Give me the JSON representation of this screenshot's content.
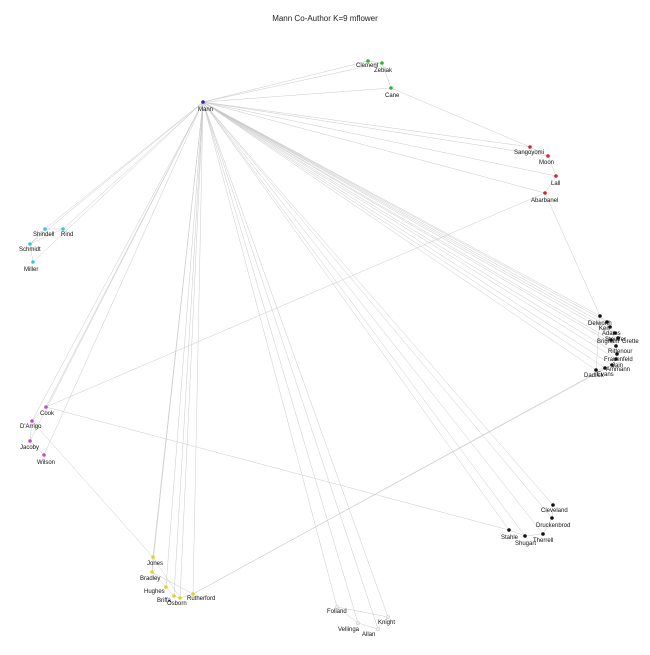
{
  "title": "Mann Co-Author K=9 mflower",
  "colors": {
    "edge": "#c9c9c9",
    "hub": "#2a2aa8",
    "green": "#2fb52f",
    "red": "#cf2a2a",
    "cyan": "#39c8d6",
    "magenta": "#c74ac7",
    "yellow": "#e0d12c",
    "white": "#eeeeee",
    "black": "#111111"
  },
  "nodes": [
    {
      "id": "Mann",
      "label": "Mann",
      "group": "hub"
    },
    {
      "id": "Clement",
      "label": "Clement",
      "group": "green"
    },
    {
      "id": "Zebiak",
      "label": "Zebiak",
      "group": "green"
    },
    {
      "id": "Cane",
      "label": "Cane",
      "group": "green"
    },
    {
      "id": "Sangoyomi",
      "label": "Sangoyomi",
      "group": "red"
    },
    {
      "id": "Moon",
      "label": "Moon",
      "group": "red"
    },
    {
      "id": "Lall",
      "label": "Lall",
      "group": "red"
    },
    {
      "id": "Abarbanel",
      "label": "Abarbanel",
      "group": "red"
    },
    {
      "id": "Rind",
      "label": "Rind",
      "group": "cyan"
    },
    {
      "id": "Shindell",
      "label": "Shindell",
      "group": "cyan"
    },
    {
      "id": "Schmidt",
      "label": "Schmidt",
      "group": "cyan"
    },
    {
      "id": "Miller",
      "label": "Miller",
      "group": "cyan"
    },
    {
      "id": "Cook",
      "label": "Cook",
      "group": "magenta"
    },
    {
      "id": "D'Arrigo",
      "label": "D'Arrigo",
      "group": "magenta"
    },
    {
      "id": "Jacoby",
      "label": "Jacoby",
      "group": "magenta"
    },
    {
      "id": "Wilson",
      "label": "Wilson",
      "group": "magenta"
    },
    {
      "id": "Jones",
      "label": "Jones",
      "group": "yellow"
    },
    {
      "id": "Bradley",
      "label": "Bradley",
      "group": "yellow"
    },
    {
      "id": "Hughes",
      "label": "Hughes",
      "group": "yellow"
    },
    {
      "id": "Briffa",
      "label": "Briffa",
      "group": "yellow"
    },
    {
      "id": "Osborn",
      "label": "Osborn",
      "group": "yellow"
    },
    {
      "id": "Rutherford",
      "label": "Rutherford",
      "group": "yellow"
    },
    {
      "id": "Folland",
      "label": "Folland",
      "group": "white"
    },
    {
      "id": "Knight",
      "label": "Knight",
      "group": "white"
    },
    {
      "id": "Vellinga",
      "label": "Vellinga",
      "group": "white"
    },
    {
      "id": "Allan",
      "label": "Allan",
      "group": "white"
    },
    {
      "id": "Cleveland",
      "label": "Cleveland",
      "group": "black"
    },
    {
      "id": "Druckenbrod",
      "label": "Druckenbrod",
      "group": "black"
    },
    {
      "id": "Stahle",
      "label": "Stahle",
      "group": "black"
    },
    {
      "id": "Therrell",
      "label": "Therrell",
      "group": "black"
    },
    {
      "id": "Shugart",
      "label": "Shugart",
      "group": "black"
    },
    {
      "id": "Delworth",
      "label": "Delworth",
      "group": "black"
    },
    {
      "id": "Kerr",
      "label": "Kerr",
      "group": "black"
    },
    {
      "id": "Adams",
      "label": "Adams",
      "group": "black"
    },
    {
      "id": "Stouffer",
      "label": "Stouffer",
      "group": "black"
    },
    {
      "id": "Brigham",
      "label": "Brigham",
      "group": "black"
    },
    {
      "id": "Grette",
      "label": "Grette",
      "group": "black"
    },
    {
      "id": "Rittenour",
      "label": "Rittenour",
      "group": "black"
    },
    {
      "id": "Frauenfeld",
      "label": "Frauenfeld",
      "group": "black"
    },
    {
      "id": "Jain",
      "label": "Jain",
      "group": "black"
    },
    {
      "id": "Ammann",
      "label": "Ammann",
      "group": "black"
    },
    {
      "id": "Evans",
      "label": "Evans",
      "group": "black"
    },
    {
      "id": "Dadlick",
      "label": "Dadlick",
      "group": "black"
    }
  ],
  "edges": [
    [
      "Mann",
      "Clement"
    ],
    [
      "Mann",
      "Zebiak"
    ],
    [
      "Mann",
      "Cane"
    ],
    [
      "Mann",
      "Sangoyomi"
    ],
    [
      "Mann",
      "Moon"
    ],
    [
      "Mann",
      "Lall"
    ],
    [
      "Mann",
      "Abarbanel"
    ],
    [
      "Mann",
      "Rind"
    ],
    [
      "Mann",
      "Shindell"
    ],
    [
      "Mann",
      "Schmidt"
    ],
    [
      "Mann",
      "Miller"
    ],
    [
      "Mann",
      "Cook"
    ],
    [
      "Mann",
      "D'Arrigo"
    ],
    [
      "Mann",
      "Jacoby"
    ],
    [
      "Mann",
      "Wilson"
    ],
    [
      "Mann",
      "Jones"
    ],
    [
      "Mann",
      "Bradley"
    ],
    [
      "Mann",
      "Hughes"
    ],
    [
      "Mann",
      "Briffa"
    ],
    [
      "Mann",
      "Osborn"
    ],
    [
      "Mann",
      "Rutherford"
    ],
    [
      "Mann",
      "Folland"
    ],
    [
      "Mann",
      "Knight"
    ],
    [
      "Mann",
      "Vellinga"
    ],
    [
      "Mann",
      "Allan"
    ],
    [
      "Mann",
      "Cleveland"
    ],
    [
      "Mann",
      "Druckenbrod"
    ],
    [
      "Mann",
      "Stahle"
    ],
    [
      "Mann",
      "Therrell"
    ],
    [
      "Mann",
      "Shugart"
    ],
    [
      "Mann",
      "Delworth"
    ],
    [
      "Mann",
      "Kerr"
    ],
    [
      "Mann",
      "Adams"
    ],
    [
      "Mann",
      "Stouffer"
    ],
    [
      "Mann",
      "Brigham"
    ],
    [
      "Mann",
      "Grette"
    ],
    [
      "Mann",
      "Rittenour"
    ],
    [
      "Mann",
      "Frauenfeld"
    ],
    [
      "Mann",
      "Jain"
    ],
    [
      "Mann",
      "Ammann"
    ],
    [
      "Mann",
      "Evans"
    ],
    [
      "Mann",
      "Dadlick"
    ],
    [
      "Clement",
      "Zebiak"
    ],
    [
      "Zebiak",
      "Cane"
    ],
    [
      "Cane",
      "Sangoyomi"
    ],
    [
      "Sangoyomi",
      "Moon"
    ],
    [
      "Moon",
      "Lall"
    ],
    [
      "Lall",
      "Abarbanel"
    ],
    [
      "Abarbanel",
      "Cook"
    ],
    [
      "Abarbanel",
      "Delworth"
    ],
    [
      "Rind",
      "Shindell"
    ],
    [
      "Shindell",
      "Schmidt"
    ],
    [
      "Schmidt",
      "Miller"
    ],
    [
      "Rind",
      "Schmidt"
    ],
    [
      "Cook",
      "D'Arrigo"
    ],
    [
      "D'Arrigo",
      "Jacoby"
    ],
    [
      "Jacoby",
      "Wilson"
    ],
    [
      "Cook",
      "Stahle"
    ],
    [
      "D'Arrigo",
      "Jones"
    ],
    [
      "Jones",
      "Bradley"
    ],
    [
      "Bradley",
      "Hughes"
    ],
    [
      "Hughes",
      "Briffa"
    ],
    [
      "Briffa",
      "Osborn"
    ],
    [
      "Osborn",
      "Rutherford"
    ],
    [
      "Jones",
      "Osborn"
    ],
    [
      "Bradley",
      "Rutherford"
    ],
    [
      "Rutherford",
      "Ammann"
    ],
    [
      "Rutherford",
      "Evans"
    ],
    [
      "Folland",
      "Knight"
    ],
    [
      "Folland",
      "Vellinga"
    ],
    [
      "Vellinga",
      "Allan"
    ],
    [
      "Knight",
      "Allan"
    ],
    [
      "Cleveland",
      "Druckenbrod"
    ],
    [
      "Druckenbrod",
      "Therrell"
    ],
    [
      "Stahle",
      "Shugart"
    ],
    [
      "Therrell",
      "Shugart"
    ],
    [
      "Delworth",
      "Kerr"
    ],
    [
      "Kerr",
      "Adams"
    ],
    [
      "Adams",
      "Stouffer"
    ],
    [
      "Stouffer",
      "Brigham"
    ],
    [
      "Brigham",
      "Grette"
    ],
    [
      "Grette",
      "Rittenour"
    ],
    [
      "Rittenour",
      "Frauenfeld"
    ],
    [
      "Frauenfeld",
      "Jain"
    ],
    [
      "Jain",
      "Ammann"
    ],
    [
      "Ammann",
      "Evans"
    ],
    [
      "Evans",
      "Dadlick"
    ],
    [
      "Delworth",
      "Dadlick"
    ]
  ]
}
